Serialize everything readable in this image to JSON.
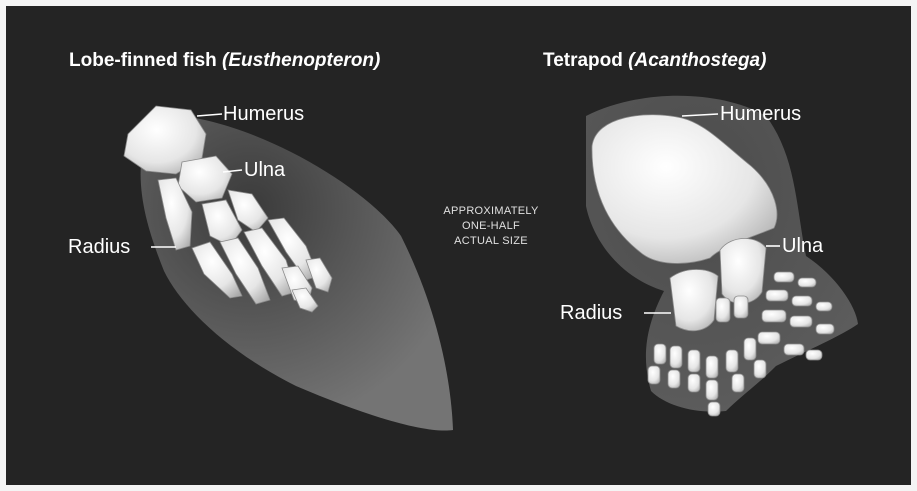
{
  "fish": {
    "title_plain": "Lobe-finned fish ",
    "title_italic": "(Eusthenopteron)",
    "labels": {
      "humerus": "Humerus",
      "ulna": "Ulna",
      "radius": "Radius"
    }
  },
  "tetrapod": {
    "title_plain": "Tetrapod ",
    "title_italic": "(Acanthostega)",
    "labels": {
      "humerus": "Humerus",
      "ulna": "Ulna",
      "radius": "Radius"
    }
  },
  "scale_note": [
    "APPROXIMATELY",
    "ONE-HALF",
    "ACTUAL SIZE"
  ],
  "colors": {
    "background": "#242424",
    "fin": "#6b6b6b",
    "bone": "#eeeeee",
    "text": "#ffffff",
    "frame": "#f4f4f4"
  }
}
